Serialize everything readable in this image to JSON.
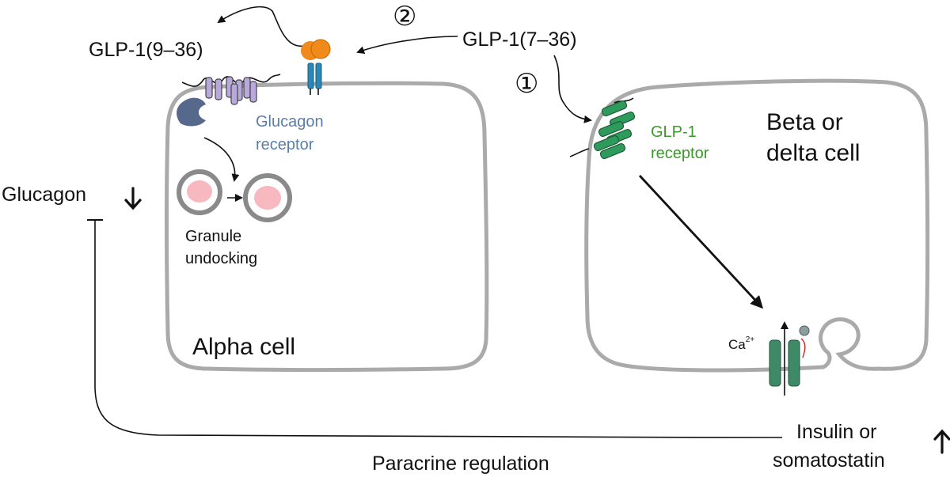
{
  "labels": {
    "glp1_9_36": "GLP-1(9–36)",
    "glp1_7_36": "GLP-1(7–36)",
    "pathway_2": "②",
    "pathway_1": "①",
    "glucagon_receptor_line1": "Glucagon",
    "glucagon_receptor_line2": "receptor",
    "glp1_receptor_line1": "GLP-1",
    "glp1_receptor_line2": "receptor",
    "beta_delta_line1": "Beta or",
    "beta_delta_line2": "delta cell",
    "glucagon": "Glucagon",
    "granule_line1": "Granule",
    "granule_line2": "undocking",
    "alpha_cell": "Alpha cell",
    "calcium": "Ca",
    "calcium_charge": "2+",
    "insulin_line1": "Insulin or",
    "insulin_line2": "somatostatin",
    "paracrine": "Paracrine regulation"
  },
  "colors": {
    "cell_outline": "#aaaaaa",
    "glucagon_receptor": "#b9a8dc",
    "glucagon_receptor_text": "#5b7fa6",
    "glp1_receptor": "#2e9a5c",
    "glp1_receptor_text": "#3a9a2a",
    "dpp4_enzyme": "#f08a1a",
    "receptor_blue": "#2a88b8",
    "effector_shape": "#56688c",
    "granule_core": "#f7b8c0",
    "channel": "#3e8a66"
  }
}
